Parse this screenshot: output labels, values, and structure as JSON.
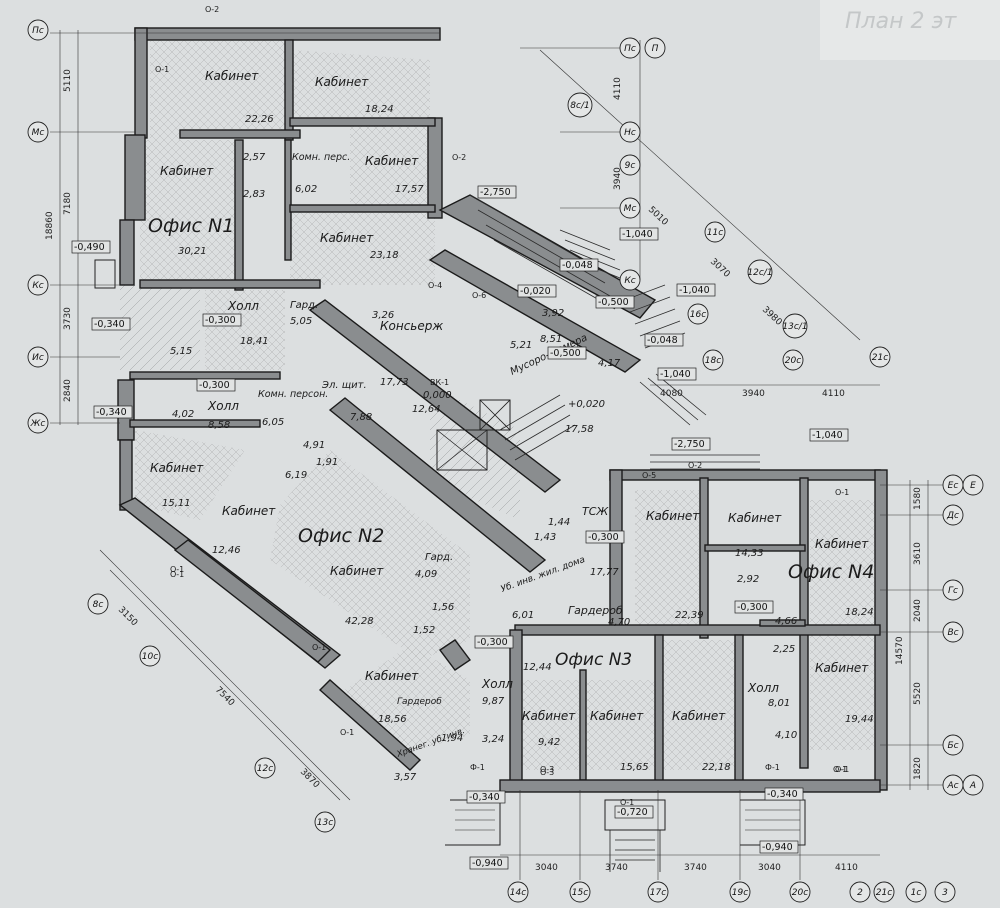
{
  "corner_note": "План 2 эт",
  "rooms": [
    {
      "label": "Кабинет",
      "area": "22,26"
    },
    {
      "label": "Кабинет",
      "area": "18,24"
    },
    {
      "label": "Кабинет",
      "area": ""
    },
    {
      "label": "Комн. перс.",
      "area": "6,02"
    },
    {
      "label": "Кабинет",
      "area": "17,57"
    },
    {
      "label": "Кабинет",
      "area": "23,18"
    },
    {
      "label": "Офис N1",
      "area": "30,21"
    },
    {
      "label": "Холл",
      "area": "18,41"
    },
    {
      "label": "Гард.",
      "area": "5,05"
    },
    {
      "label": "Консьерж",
      "area": "17,73"
    },
    {
      "label": "Холл",
      "area": "8,58"
    },
    {
      "label": "Комн. персон.",
      "area": "6,05"
    },
    {
      "label": "Эл. щит.",
      "area": "7,88"
    },
    {
      "label": "Кабинет",
      "area": "15,11"
    },
    {
      "label": "Кабинет",
      "area": "12,46"
    },
    {
      "label": "Офис N2",
      "area": ""
    },
    {
      "label": "Кабинет",
      "area": "42,28"
    },
    {
      "label": "Гард.",
      "area": "4,09"
    },
    {
      "label": "Уб. инв. жил. дома",
      "area": "6,01"
    },
    {
      "label": "Мусоро- камера",
      "area": "8,51"
    },
    {
      "label": "ТСЖ",
      "area": "17,77"
    },
    {
      "label": "Гардероб",
      "area": "4,70"
    },
    {
      "label": "Кабинет",
      "area": "22,39"
    },
    {
      "label": "Кабинет",
      "area": "14,33"
    },
    {
      "label": "Офис N4",
      "area": ""
    },
    {
      "label": "Кабинет",
      "area": "18,24"
    },
    {
      "label": "Офис N3",
      "area": "12,44"
    },
    {
      "label": "Холл",
      "area": "9,87"
    },
    {
      "label": "Кабинет",
      "area": "18,56"
    },
    {
      "label": "Гардероб",
      "area": ""
    },
    {
      "label": "Кабинет",
      "area": "9,42"
    },
    {
      "label": "Кабинет",
      "area": "15,65"
    },
    {
      "label": "Кабинет",
      "area": "22,18"
    },
    {
      "label": "Холл",
      "area": "8,01"
    },
    {
      "label": "Кабинет",
      "area": "19,44"
    },
    {
      "label": "Хранег. уб. инв.",
      "area": "3,57"
    }
  ],
  "small_areas": [
    "2,57",
    "2,83",
    "3,26",
    "5,15",
    "4,02",
    "6,19",
    "4,91",
    "1,91",
    "3,92",
    "5,21",
    "4,17",
    "12,64",
    "17,58",
    "1,43",
    "1,44",
    "1,52",
    "1,56",
    "3,24",
    "1,94",
    "2,92",
    "4,66",
    "2,25",
    "4,10",
    "0,000",
    "+0,020"
  ],
  "levels": [
    "-2,750",
    "-1,040",
    "-0,048",
    "-0,020",
    "-0,500",
    "-1,040",
    "-0,048",
    "-0,500",
    "-1,040",
    "-0,490",
    "-0,340",
    "-0,300",
    "-0,300",
    "-0,340",
    "-2,750",
    "-1,040",
    "-0,300",
    "-0,300",
    "-0,300",
    "-0,340",
    "-0,720",
    "-0,340",
    "-0,940",
    "-0,940"
  ],
  "dimensions": {
    "left": [
      "5110",
      "7180",
      "18860",
      "3730",
      "2840"
    ],
    "top_diag": [
      "4110",
      "3940",
      "5010",
      "3070",
      "3980",
      "3980"
    ],
    "middle": [
      "4080",
      "3940",
      "4110"
    ],
    "right": [
      "1580",
      "3610",
      "2040",
      "14570",
      "5520",
      "1820"
    ],
    "bottom": [
      "3040",
      "3740",
      "3740",
      "3040",
      "4110"
    ],
    "diag_lower": [
      "3150",
      "7540",
      "3870"
    ]
  },
  "axes": {
    "left": [
      "Пс",
      "Мс",
      "Кс",
      "Ис",
      "Жс"
    ],
    "top": [
      "Пс",
      "П",
      "Нс",
      "Мс",
      "Кс"
    ],
    "diag_top": [
      "8с/1",
      "9с",
      "11с",
      "12с/1",
      "13с/1",
      "16с",
      "18с",
      "20с",
      "21с"
    ],
    "right": [
      "Ес",
      "Е",
      "Дс",
      "Гс",
      "Вс",
      "Бс",
      "Ас",
      "А"
    ],
    "bottom": [
      "14с",
      "15с",
      "17с",
      "19с",
      "20с",
      "2",
      "21с",
      "1с",
      "3"
    ],
    "diag_lower": [
      "8с",
      "10с",
      "12с",
      "13с"
    ]
  },
  "window_tags": [
    "О-2",
    "О-1",
    "О-1",
    "О-1",
    "О-2",
    "О-3",
    "О-4",
    "О-6",
    "О-5",
    "О-2",
    "О-1",
    "О-1",
    "О-1",
    "О-1",
    "О-3",
    "О-1",
    "Ф-1",
    "Ф-1",
    "О-1",
    "ВК-1"
  ]
}
